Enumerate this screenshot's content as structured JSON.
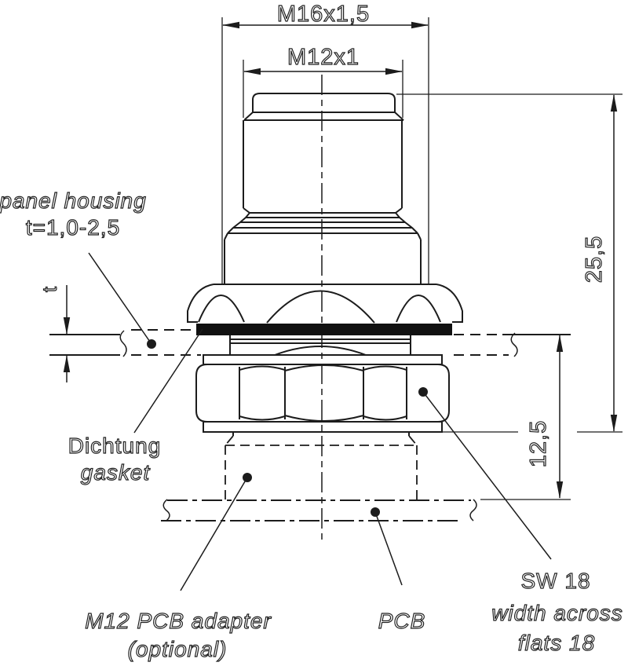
{
  "colors": {
    "line": "#1c1c1c",
    "background": "#ffffff",
    "gasket_fill": "#111111"
  },
  "dimensions": {
    "thread_outer": "M16x1,5",
    "thread_inner": "M12x1",
    "height_total": "25,5",
    "height_below_panel": "12,5",
    "panel_thickness_symbol": "t"
  },
  "labels": {
    "panel_housing_line1": "panel housing",
    "panel_housing_line2": "t=1,0-2,5",
    "gasket_de": "Dichtung",
    "gasket_en": "gasket",
    "adapter_line1": "M12 PCB adapter",
    "adapter_line2": "(optional)",
    "pcb": "PCB",
    "wrench_line1": "SW 18",
    "wrench_line2": "width across",
    "wrench_line3": "flats 18"
  }
}
